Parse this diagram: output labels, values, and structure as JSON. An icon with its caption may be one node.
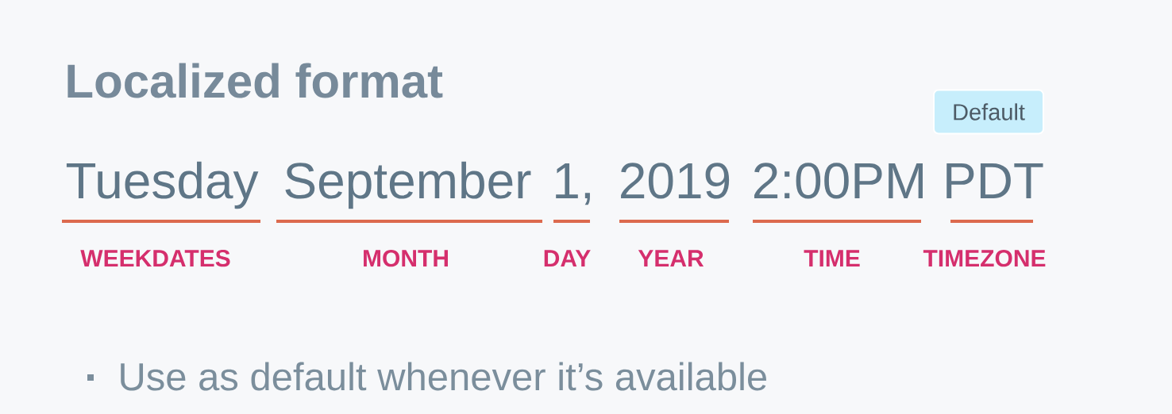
{
  "diagram": {
    "title": "Localized format",
    "nodes": [
      {
        "text": [
          "Default"
        ]
      }
    ],
    "labels": [
      "Tuesday",
      "September",
      "1,",
      "2019",
      "2:00PM",
      "PDT",
      "WEEKDATES",
      "MONTH",
      "DAY",
      "YEAR",
      "TIME",
      "TIMEZONE",
      "Use as default whenever it’s available"
    ]
  }
}
